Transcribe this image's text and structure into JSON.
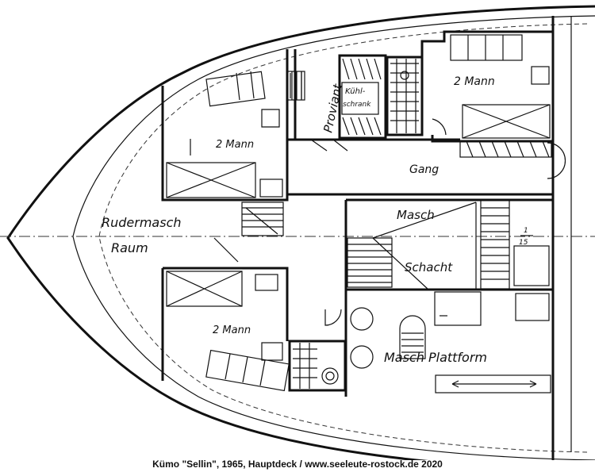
{
  "labels": {
    "cabin_top": "2 Mann",
    "cabin_mid": "2 Mann",
    "cabin_bottom": "2 Mann",
    "proviant": "Proviant",
    "kuehl_line1": "Kühl-",
    "kuehl_line2": "schrank",
    "gang": "Gang",
    "rudermasch": "Rudermasch",
    "raum": "Raum",
    "masch": "Masch",
    "schacht": "Schacht",
    "fraction_top": "1",
    "fraction_bottom": "15",
    "plattform": "Masch Plattform"
  },
  "caption": "Kümo \"Sellin\", 1965, Hauptdeck / www.seeleute-rostock.de 2020"
}
